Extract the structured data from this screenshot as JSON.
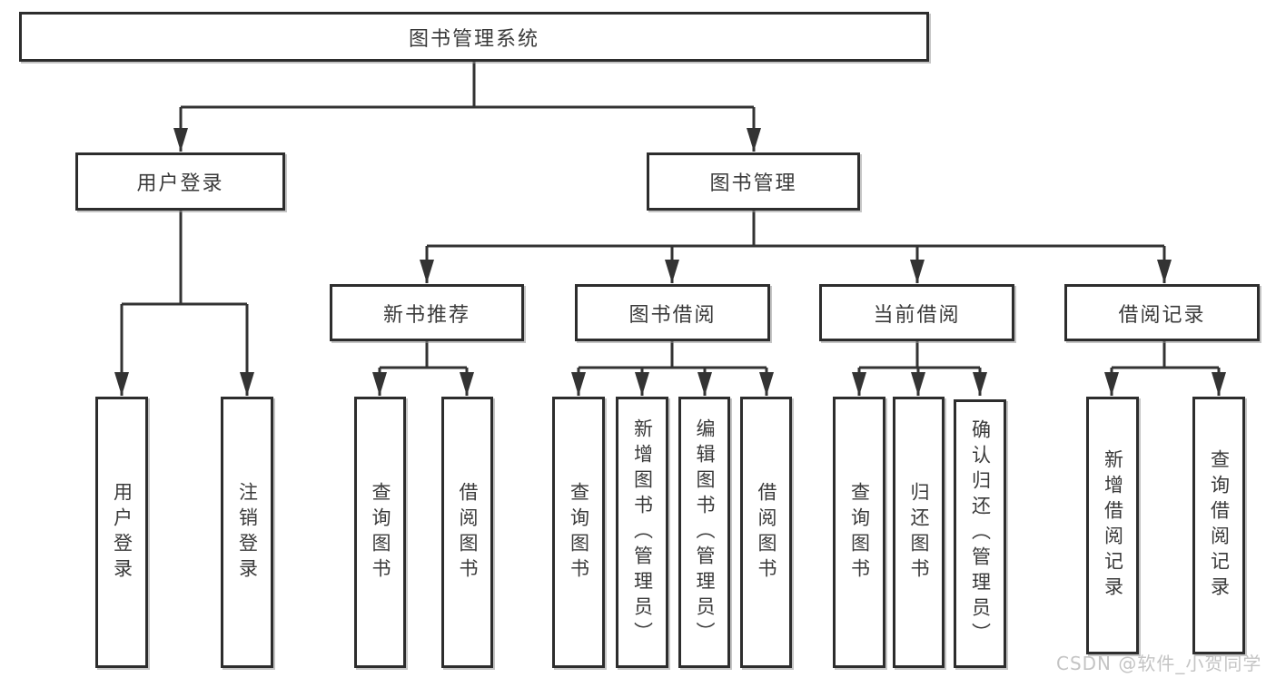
{
  "diagram": {
    "root": {
      "label": "图书管理系统"
    },
    "branches": [
      {
        "label": "用户登录",
        "children": [
          {
            "label": "用户登录"
          },
          {
            "label": "注销登录"
          }
        ]
      },
      {
        "label": "图书管理",
        "children": [
          {
            "label": "新书推荐",
            "children": [
              {
                "label": "查询图书"
              },
              {
                "label": "借阅图书"
              }
            ]
          },
          {
            "label": "图书借阅",
            "children": [
              {
                "label": "查询图书"
              },
              {
                "label": "新增图书（管理员）"
              },
              {
                "label": "编辑图书（管理员）"
              },
              {
                "label": "借阅图书"
              }
            ]
          },
          {
            "label": "当前借阅",
            "children": [
              {
                "label": "查询图书"
              },
              {
                "label": "归还图书"
              },
              {
                "label": "确认归还（管理员）"
              }
            ]
          },
          {
            "label": "借阅记录",
            "children": [
              {
                "label": "新增借阅记录"
              },
              {
                "label": "查询借阅记录"
              }
            ]
          }
        ]
      }
    ]
  },
  "watermark": {
    "text": "CSDN @软件_小贺同学",
    "color": "#c4c4c4"
  },
  "colors": {
    "line": "#333333",
    "box_border": "#2d2d2d",
    "text": "#3a3a3a",
    "background": "#ffffff"
  }
}
